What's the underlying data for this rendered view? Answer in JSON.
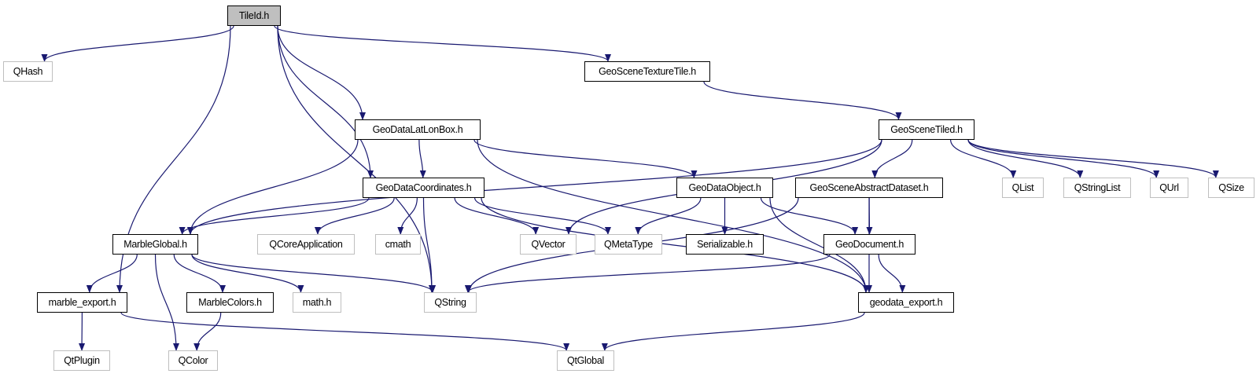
{
  "colors": {
    "edge": "#191970",
    "current_fill": "#bfbfbf",
    "external_border": "#bfbfbf",
    "documented_border": "#000000"
  },
  "nodes": [
    {
      "id": "tileid",
      "label": "TileId.h",
      "kind": "current"
    },
    {
      "id": "qhash",
      "label": "QHash",
      "kind": "external"
    },
    {
      "id": "texturetile",
      "label": "GeoSceneTextureTile.h",
      "kind": "documented"
    },
    {
      "id": "latlonbox",
      "label": "GeoDataLatLonBox.h",
      "kind": "documented"
    },
    {
      "id": "scenetiled",
      "label": "GeoSceneTiled.h",
      "kind": "documented"
    },
    {
      "id": "coords",
      "label": "GeoDataCoordinates.h",
      "kind": "documented"
    },
    {
      "id": "dataobject",
      "label": "GeoDataObject.h",
      "kind": "documented"
    },
    {
      "id": "absdataset",
      "label": "GeoSceneAbstractDataset.h",
      "kind": "documented"
    },
    {
      "id": "qlist",
      "label": "QList",
      "kind": "external"
    },
    {
      "id": "qstringlist",
      "label": "QStringList",
      "kind": "external"
    },
    {
      "id": "qurl",
      "label": "QUrl",
      "kind": "external"
    },
    {
      "id": "qsize",
      "label": "QSize",
      "kind": "external"
    },
    {
      "id": "marbleglobal",
      "label": "MarbleGlobal.h",
      "kind": "documented"
    },
    {
      "id": "qcoreapp",
      "label": "QCoreApplication",
      "kind": "external"
    },
    {
      "id": "cmath",
      "label": "cmath",
      "kind": "external"
    },
    {
      "id": "qvector",
      "label": "QVector",
      "kind": "external"
    },
    {
      "id": "qmetatype",
      "label": "QMetaType",
      "kind": "external"
    },
    {
      "id": "serializable",
      "label": "Serializable.h",
      "kind": "documented"
    },
    {
      "id": "geodocument",
      "label": "GeoDocument.h",
      "kind": "documented"
    },
    {
      "id": "marbleexport",
      "label": "marble_export.h",
      "kind": "documented"
    },
    {
      "id": "marblecolors",
      "label": "MarbleColors.h",
      "kind": "documented"
    },
    {
      "id": "mathh",
      "label": "math.h",
      "kind": "external"
    },
    {
      "id": "qstring",
      "label": "QString",
      "kind": "external"
    },
    {
      "id": "geodataexport",
      "label": "geodata_export.h",
      "kind": "documented"
    },
    {
      "id": "qtplugin",
      "label": "QtPlugin",
      "kind": "external"
    },
    {
      "id": "qcolor",
      "label": "QColor",
      "kind": "external"
    },
    {
      "id": "qtglobal",
      "label": "QtGlobal",
      "kind": "external"
    }
  ],
  "edges": [
    [
      "tileid",
      "qhash"
    ],
    [
      "tileid",
      "marbleexport"
    ],
    [
      "tileid",
      "qstring"
    ],
    [
      "tileid",
      "coords"
    ],
    [
      "tileid",
      "latlonbox"
    ],
    [
      "tileid",
      "texturetile"
    ],
    [
      "texturetile",
      "scenetiled"
    ],
    [
      "latlonbox",
      "marbleglobal"
    ],
    [
      "latlonbox",
      "coords"
    ],
    [
      "latlonbox",
      "dataobject"
    ],
    [
      "latlonbox",
      "geodataexport"
    ],
    [
      "scenetiled",
      "marbleglobal"
    ],
    [
      "scenetiled",
      "qvector"
    ],
    [
      "scenetiled",
      "absdataset"
    ],
    [
      "scenetiled",
      "qlist"
    ],
    [
      "scenetiled",
      "qstringlist"
    ],
    [
      "scenetiled",
      "qurl"
    ],
    [
      "scenetiled",
      "qsize"
    ],
    [
      "coords",
      "marbleglobal"
    ],
    [
      "coords",
      "qcoreapp"
    ],
    [
      "coords",
      "cmath"
    ],
    [
      "coords",
      "qstring"
    ],
    [
      "coords",
      "qvector"
    ],
    [
      "coords",
      "qmetatype"
    ],
    [
      "coords",
      "geodataexport"
    ],
    [
      "dataobject",
      "qmetatype"
    ],
    [
      "dataobject",
      "serializable"
    ],
    [
      "dataobject",
      "geodocument"
    ],
    [
      "dataobject",
      "geodataexport"
    ],
    [
      "absdataset",
      "qstring"
    ],
    [
      "absdataset",
      "geodocument"
    ],
    [
      "absdataset",
      "geodataexport"
    ],
    [
      "geodocument",
      "qstring"
    ],
    [
      "geodocument",
      "geodataexport"
    ],
    [
      "marbleglobal",
      "marbleexport"
    ],
    [
      "marbleglobal",
      "qcolor"
    ],
    [
      "marbleglobal",
      "marblecolors"
    ],
    [
      "marbleglobal",
      "mathh"
    ],
    [
      "marbleglobal",
      "qstring"
    ],
    [
      "marbleexport",
      "qtplugin"
    ],
    [
      "marbleexport",
      "qtglobal"
    ],
    [
      "marblecolors",
      "qcolor"
    ],
    [
      "geodataexport",
      "qtglobal"
    ]
  ]
}
